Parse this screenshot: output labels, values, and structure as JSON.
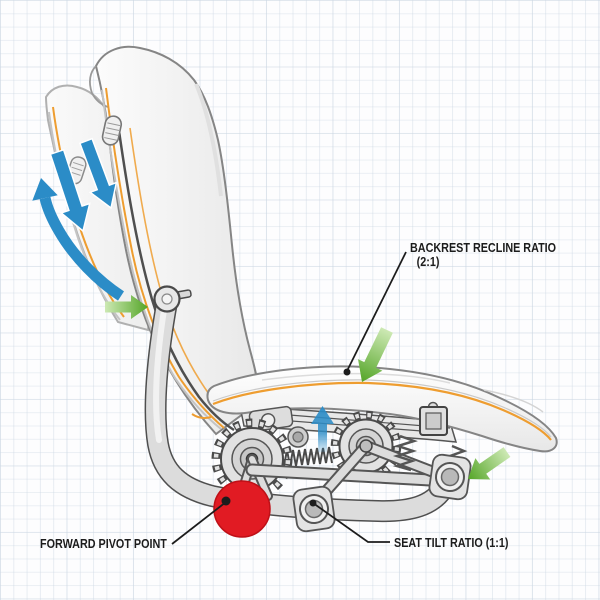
{
  "annotations": {
    "backrest_recline": {
      "label": "BACKREST RECLINE RATIO",
      "ratio_text": "(2:1)",
      "ratio": "2:1"
    },
    "forward_pivot": {
      "label": "FORWARD PIVOT POINT"
    },
    "seat_tilt": {
      "label": "SEAT TILT RATIO (1:1)",
      "ratio": "1:1"
    }
  },
  "colors": {
    "arrow_blue": "#2b8cc7",
    "arrow_green": "#54a527",
    "arrow_green_light": "#cde9b4",
    "pivot_red": "#e11b23",
    "piping_orange": "#ee9d30",
    "label_text": "#1c1c1c",
    "line_dark": "#4a4a4a",
    "chair_outline": "#858585",
    "background": "#fdfdfe"
  },
  "icons": {
    "recline_motion": "blue-down-arrows-and-curved-arrow",
    "seat_lift": "blue-up-arrow",
    "direction_markers": "green-arrows",
    "pivot_marker": "red-filled-circle"
  }
}
